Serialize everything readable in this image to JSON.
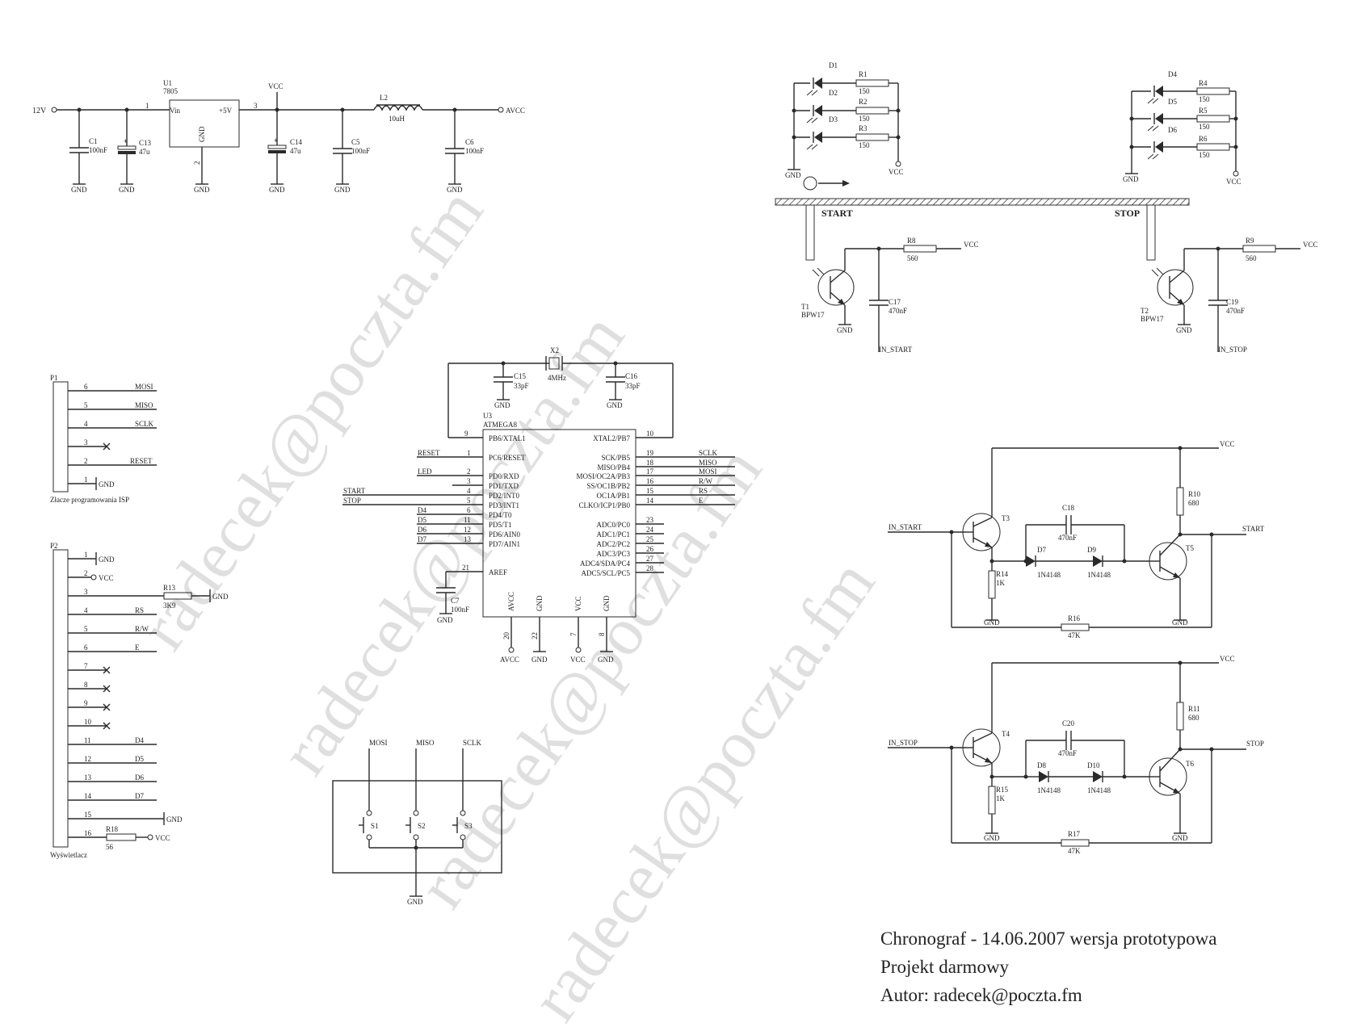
{
  "watermark": {
    "text": "radecek@poczta.fm",
    "color": "#ee4d4d"
  },
  "footer": {
    "line1": "Chronograf - 14.06.2007 wersja prototypowa",
    "line2": "Projekt darmowy",
    "line3": "Autor: radecek@poczta.fm"
  },
  "power": {
    "in_label": "12V",
    "vcc": "VCC",
    "avcc": "AVCC",
    "gnd": "GND",
    "u1_ref": "U1",
    "u1_val": "7805",
    "u1_vin": "Vin",
    "u1_out": "+5V",
    "u1_gnd": "GND",
    "pin1": "1",
    "pin2": "2",
    "pin3": "3",
    "c1": "C1",
    "c1_val": "100nF",
    "c13": "C13",
    "c13_val": "47u",
    "c14": "C14",
    "c14_val": "47u",
    "c5": "C5",
    "c5_val": "100nF",
    "l2": "L2",
    "l2_val": "10uH",
    "c6": "C6",
    "c6_val": "100nF"
  },
  "leds": {
    "d1": "D1",
    "d2": "D2",
    "d3": "D3",
    "d4": "D4",
    "d5": "D5",
    "d6": "D6",
    "r1": "R1",
    "r2": "R2",
    "r3": "R3",
    "r4": "R4",
    "r5": "R5",
    "r6": "R6",
    "rval": "150",
    "gnd": "GND",
    "vcc": "VCC"
  },
  "gate": {
    "start": "START",
    "stop": "STOP"
  },
  "sensors": {
    "t1": "T1",
    "t1_val": "BPW17",
    "t2": "T2",
    "t2_val": "BPW17",
    "r8": "R8",
    "r8_val": "560",
    "r9": "R9",
    "r9_val": "560",
    "c17": "C17",
    "c17_val": "470nF",
    "c19": "C19",
    "c19_val": "470nF",
    "in_start": "IN_START",
    "in_stop": "IN_STOP",
    "vcc": "VCC",
    "gnd": "GND"
  },
  "mcu": {
    "ref": "U3",
    "name": "ATMEGA8",
    "x2": "X2",
    "x2_val": "4MHz",
    "c15": "C15",
    "c15_val": "33pF",
    "c16": "C16",
    "c16_val": "33pF",
    "c7": "C7",
    "c7_val": "100nF",
    "gnd": "GND",
    "left_pins": [
      {
        "num": "9",
        "name": "PB6/XTAL1",
        "net": ""
      },
      {
        "num": "1",
        "name": "PC6/RESET",
        "net": "RESET"
      },
      {
        "num": "2",
        "name": "PD0/RXD",
        "net": "LED"
      },
      {
        "num": "3",
        "name": "PD1/TXD",
        "net": ""
      },
      {
        "num": "4",
        "name": "PD2/INT0",
        "net": "START"
      },
      {
        "num": "5",
        "name": "PD3/INT1",
        "net": "STOP"
      },
      {
        "num": "6",
        "name": "PD4/T0",
        "net": "D4"
      },
      {
        "num": "11",
        "name": "PD5/T1",
        "net": "D5"
      },
      {
        "num": "12",
        "name": "PD6/AIN0",
        "net": "D6"
      },
      {
        "num": "13",
        "name": "PD7/AIN1",
        "net": "D7"
      },
      {
        "num": "21",
        "name": "AREF",
        "net": ""
      }
    ],
    "right_pins": [
      {
        "num": "10",
        "name": "XTAL2/PB7",
        "net": ""
      },
      {
        "num": "19",
        "name": "SCK/PB5",
        "net": "SCLK"
      },
      {
        "num": "18",
        "name": "MISO/PB4",
        "net": "MISO"
      },
      {
        "num": "17",
        "name": "MOSI/OC2A/PB3",
        "net": "MOSI"
      },
      {
        "num": "16",
        "name": "SS/OC1B/PB2",
        "net": "R/W"
      },
      {
        "num": "15",
        "name": "OC1A/PB1",
        "net": "RS"
      },
      {
        "num": "14",
        "name": "CLKO/ICP1/PB0",
        "net": "E"
      },
      {
        "num": "23",
        "name": "ADC0/PC0",
        "net": ""
      },
      {
        "num": "24",
        "name": "ADC1/PC1",
        "net": ""
      },
      {
        "num": "25",
        "name": "ADC2/PC2",
        "net": ""
      },
      {
        "num": "26",
        "name": "ADC3/PC3",
        "net": ""
      },
      {
        "num": "27",
        "name": "ADC4/SDA/PC4",
        "net": ""
      },
      {
        "num": "28",
        "name": "ADC5/SCL/PC5",
        "net": ""
      }
    ],
    "bottom_pins": [
      {
        "num": "20",
        "name": "AVCC",
        "net": "AVCC"
      },
      {
        "num": "22",
        "name": "GND",
        "net": "GND"
      },
      {
        "num": "7",
        "name": "VCC",
        "net": "VCC"
      },
      {
        "num": "8",
        "name": "GND",
        "net": "GND"
      }
    ]
  },
  "isp": {
    "ref": "P1",
    "caption": "Złacze programowania ISP",
    "pins": [
      {
        "num": "6",
        "net": "MOSI"
      },
      {
        "num": "5",
        "net": "MISO"
      },
      {
        "num": "4",
        "net": "SCLK"
      },
      {
        "num": "3",
        "net": ""
      },
      {
        "num": "2",
        "net": "RESET"
      },
      {
        "num": "1",
        "net": "GND"
      }
    ]
  },
  "display": {
    "ref": "P2",
    "caption": "Wyświetlacz",
    "r13": "R13",
    "r13_val": "3K9",
    "r18": "R18",
    "r18_val": "56",
    "pins": [
      {
        "num": "1",
        "net": "GND"
      },
      {
        "num": "2",
        "net": "VCC"
      },
      {
        "num": "3",
        "net": "GND"
      },
      {
        "num": "4",
        "net": "RS"
      },
      {
        "num": "5",
        "net": "R/W"
      },
      {
        "num": "6",
        "net": "E"
      },
      {
        "num": "7",
        "net": ""
      },
      {
        "num": "8",
        "net": ""
      },
      {
        "num": "9",
        "net": ""
      },
      {
        "num": "10",
        "net": ""
      },
      {
        "num": "11",
        "net": "D4"
      },
      {
        "num": "12",
        "net": "D5"
      },
      {
        "num": "13",
        "net": "D6"
      },
      {
        "num": "14",
        "net": "D7"
      },
      {
        "num": "15",
        "net": "GND"
      },
      {
        "num": "16",
        "net": "VCC"
      }
    ]
  },
  "buttons": {
    "s1": "S1",
    "s2": "S2",
    "s3": "S3",
    "mosi": "MOSI",
    "miso": "MISO",
    "sclk": "SCLK",
    "gnd": "GND"
  },
  "amps": [
    {
      "in": "IN_START",
      "out": "START",
      "vcc": "VCC",
      "gnd": "GND",
      "ta": "T3",
      "tb": "T5",
      "c": "C18",
      "c_val": "470nF",
      "da": "D7",
      "db": "D9",
      "d_val": "1N4148",
      "rc": "R10",
      "rc_val": "680",
      "rb": "R14",
      "rb_val": "1K",
      "rf": "R16",
      "rf_val": "47K"
    },
    {
      "in": "IN_STOP",
      "out": "STOP",
      "vcc": "VCC",
      "gnd": "GND",
      "ta": "T4",
      "tb": "T6",
      "c": "C20",
      "c_val": "470nF",
      "da": "D8",
      "db": "D10",
      "d_val": "1N4148",
      "rc": "R11",
      "rc_val": "680",
      "rb": "R15",
      "rb_val": "1K",
      "rf": "R17",
      "rf_val": "47K"
    }
  ]
}
